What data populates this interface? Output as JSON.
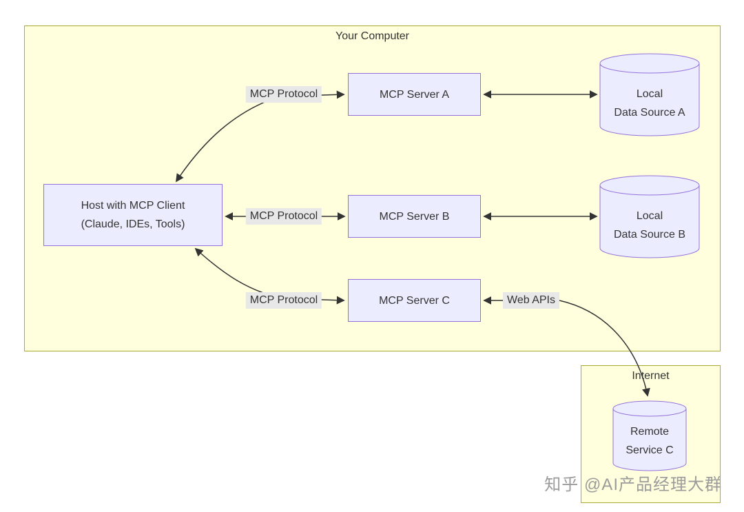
{
  "colors": {
    "container_fill": "#ffffde",
    "container_border": "#aaaa33",
    "node_fill": "#ECECFF",
    "node_border": "#9370DB",
    "edge_color": "#333333",
    "edge_label_bg": "#e8e8e8",
    "text_color": "#333333",
    "watermark_color": "#9b9b9b"
  },
  "containers": {
    "computer": {
      "label": "Your Computer"
    },
    "internet": {
      "label": "Internet"
    }
  },
  "nodes": {
    "host": {
      "line1": "Host with MCP Client",
      "line2": "(Claude, IDEs, Tools)"
    },
    "server_a": {
      "label": "MCP Server A"
    },
    "server_b": {
      "label": "MCP Server B"
    },
    "server_c": {
      "label": "MCP Server C"
    },
    "data_a": {
      "line1": "Local",
      "line2": "Data Source A"
    },
    "data_b": {
      "line1": "Local",
      "line2": "Data Source B"
    },
    "remote_c": {
      "line1": "Remote",
      "line2": "Service C"
    }
  },
  "edges": {
    "host_a": {
      "label": "MCP Protocol"
    },
    "host_b": {
      "label": "MCP Protocol"
    },
    "host_c": {
      "label": "MCP Protocol"
    },
    "c_remote": {
      "label": "Web APIs"
    }
  },
  "watermark": {
    "text": "知乎 @AI产品经理大群"
  }
}
